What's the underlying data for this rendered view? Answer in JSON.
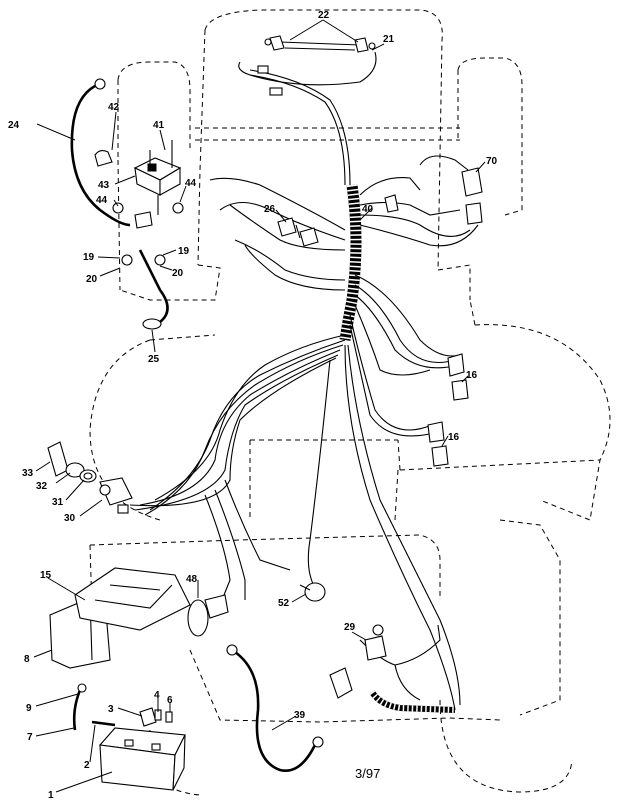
{
  "diagram": {
    "date_code": "3/97",
    "callouts": [
      {
        "id": "c22",
        "text": "22"
      },
      {
        "id": "c21",
        "text": "21"
      },
      {
        "id": "c42",
        "text": "42"
      },
      {
        "id": "c41",
        "text": "41"
      },
      {
        "id": "c24",
        "text": "24"
      },
      {
        "id": "c43",
        "text": "43"
      },
      {
        "id": "c44a",
        "text": "44"
      },
      {
        "id": "c44b",
        "text": "44"
      },
      {
        "id": "c19a",
        "text": "19"
      },
      {
        "id": "c19b",
        "text": "19"
      },
      {
        "id": "c20a",
        "text": "20"
      },
      {
        "id": "c20b",
        "text": "20"
      },
      {
        "id": "c25",
        "text": "25"
      },
      {
        "id": "c26",
        "text": "26"
      },
      {
        "id": "c40",
        "text": "40"
      },
      {
        "id": "c70",
        "text": "70"
      },
      {
        "id": "c16a",
        "text": "16"
      },
      {
        "id": "c16b",
        "text": "16"
      },
      {
        "id": "c33",
        "text": "33"
      },
      {
        "id": "c32",
        "text": "32"
      },
      {
        "id": "c31",
        "text": "31"
      },
      {
        "id": "c30",
        "text": "30"
      },
      {
        "id": "c15",
        "text": "15"
      },
      {
        "id": "c48",
        "text": "48"
      },
      {
        "id": "c52",
        "text": "52"
      },
      {
        "id": "c29",
        "text": "29"
      },
      {
        "id": "c8",
        "text": "8"
      },
      {
        "id": "c9",
        "text": "9"
      },
      {
        "id": "c7",
        "text": "7"
      },
      {
        "id": "c3",
        "text": "3"
      },
      {
        "id": "c4",
        "text": "4"
      },
      {
        "id": "c6",
        "text": "6"
      },
      {
        "id": "c2",
        "text": "2"
      },
      {
        "id": "c1",
        "text": "1"
      },
      {
        "id": "c39",
        "text": "39"
      }
    ]
  }
}
